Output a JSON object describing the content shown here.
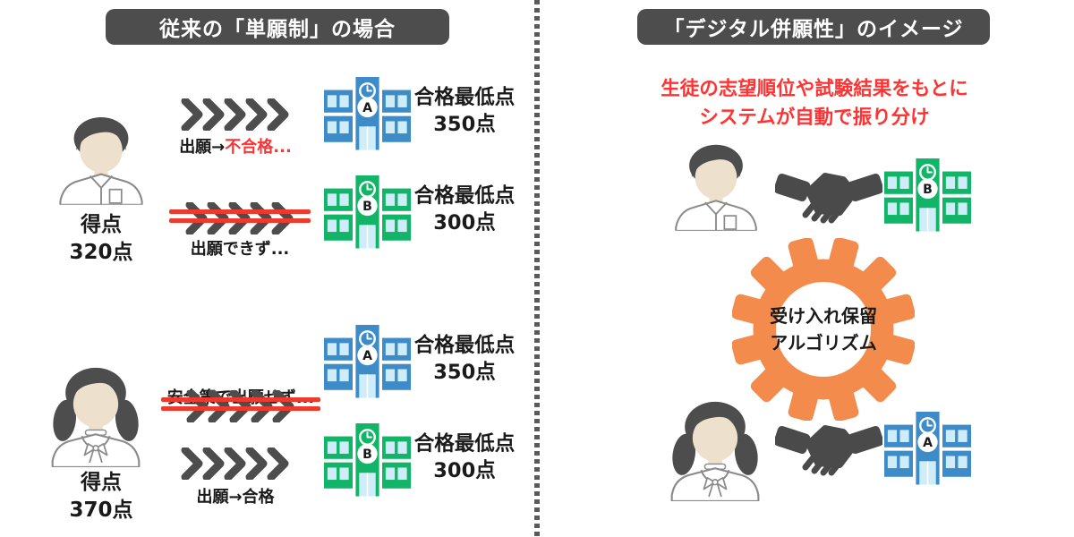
{
  "left": {
    "title": "従来の「単願制」の場合",
    "student_top": {
      "label": "得点",
      "score": "320点"
    },
    "student_bottom": {
      "label": "得点",
      "score": "370点"
    },
    "rows": [
      {
        "arrow": "plain",
        "label_black": "出願→",
        "label_red": "不合格...",
        "school": {
          "letter": "A",
          "color": "blue",
          "line1": "合格最低点",
          "line2": "350点"
        }
      },
      {
        "arrow": "blocked",
        "label": "出願できず...",
        "school": {
          "letter": "B",
          "color": "green",
          "line1": "合格最低点",
          "line2": "300点"
        }
      },
      {
        "arrow": "blocked",
        "label": "安全策で出願せず...",
        "school": {
          "letter": "A",
          "color": "blue",
          "line1": "合格最低点",
          "line2": "350点"
        }
      },
      {
        "arrow": "plain",
        "label": "出願→合格",
        "school": {
          "letter": "B",
          "color": "green",
          "line1": "合格最低点",
          "line2": "300点"
        }
      }
    ]
  },
  "right": {
    "title": "「デジタル併願性」のイメージ",
    "note_line1": "生徒の志望順位や試験結果をもとに",
    "note_line2": "システムが自動で振り分け",
    "gear": {
      "line1": "受け入れ保留",
      "line2": "アルゴリズム"
    },
    "matches": [
      {
        "student": "boy",
        "school_letter": "B",
        "school_color": "green"
      },
      {
        "student": "girl",
        "school_letter": "A",
        "school_color": "blue"
      }
    ]
  },
  "icons": [
    "student-boy-icon",
    "student-girl-icon",
    "school-icon",
    "chevron-arrows-icon",
    "blocked-arrows-icon",
    "handshake-icon",
    "gear-icon",
    "clock-icon"
  ],
  "colors": {
    "title_bg": "#4D4D4D",
    "arrow_dark": "#4D4D4D",
    "text_red": "#FF3333",
    "bar_red": "#EE3A2C",
    "school_blue": "#3E8CC7",
    "school_green": "#12B567",
    "window_light": "#CFEDF8",
    "gear_orange": "#F28B4B",
    "skin": "#EDE0CC"
  }
}
